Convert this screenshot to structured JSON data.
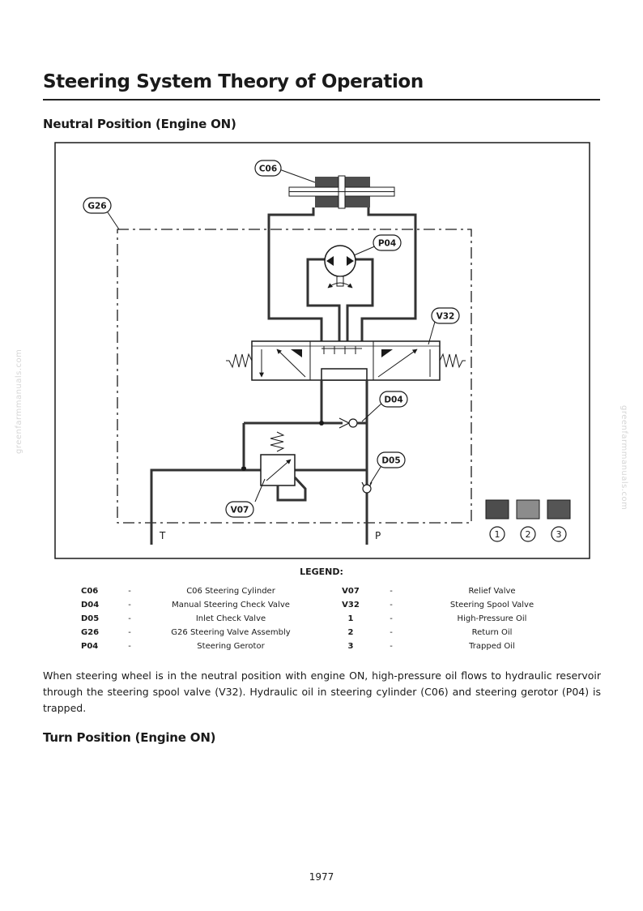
{
  "page": {
    "title": "Steering System Theory of Operation",
    "section_heading": "Neutral Position (Engine ON)",
    "next_heading": "Turn Position (Engine ON)",
    "paragraph": "When steering wheel is in the neutral position with engine ON, high-pressure oil flows to hydraulic reservoir through the steering spool valve (V32). Hydraulic oil in steering cylinder (C06) and steering gerotor (P04) is trapped.",
    "page_number": "1977",
    "watermark": "greenfarmmanuals.com"
  },
  "diagram": {
    "callouts": {
      "c06": "C06",
      "g26": "G26",
      "p04": "P04",
      "v32": "V32",
      "d04": "D04",
      "d05": "D05",
      "v07": "V07"
    },
    "port_t": "T",
    "port_p": "P",
    "swatches": [
      {
        "number": "1",
        "color": "#4d4d4d"
      },
      {
        "number": "2",
        "color": "#8c8c8c"
      },
      {
        "number": "3",
        "color": "#555555"
      }
    ]
  },
  "legend": {
    "title": "LEGEND:",
    "rows": [
      {
        "code_a": "C06",
        "dash_a": "-",
        "desc_a": "C06 Steering Cylinder",
        "code_b": "V07",
        "dash_b": "-",
        "desc_b": "Relief Valve"
      },
      {
        "code_a": "D04",
        "dash_a": "-",
        "desc_a": "Manual Steering Check Valve",
        "code_b": "V32",
        "dash_b": "-",
        "desc_b": "Steering Spool Valve"
      },
      {
        "code_a": "D05",
        "dash_a": "-",
        "desc_a": "Inlet Check Valve",
        "code_b": "1",
        "dash_b": "-",
        "desc_b": "High-Pressure Oil"
      },
      {
        "code_a": "G26",
        "dash_a": "-",
        "desc_a": "G26 Steering Valve Assembly",
        "code_b": "2",
        "dash_b": "-",
        "desc_b": "Return Oil"
      },
      {
        "code_a": "P04",
        "dash_a": "-",
        "desc_a": "Steering Gerotor",
        "code_b": "3",
        "dash_b": "-",
        "desc_b": "Trapped Oil"
      }
    ]
  }
}
